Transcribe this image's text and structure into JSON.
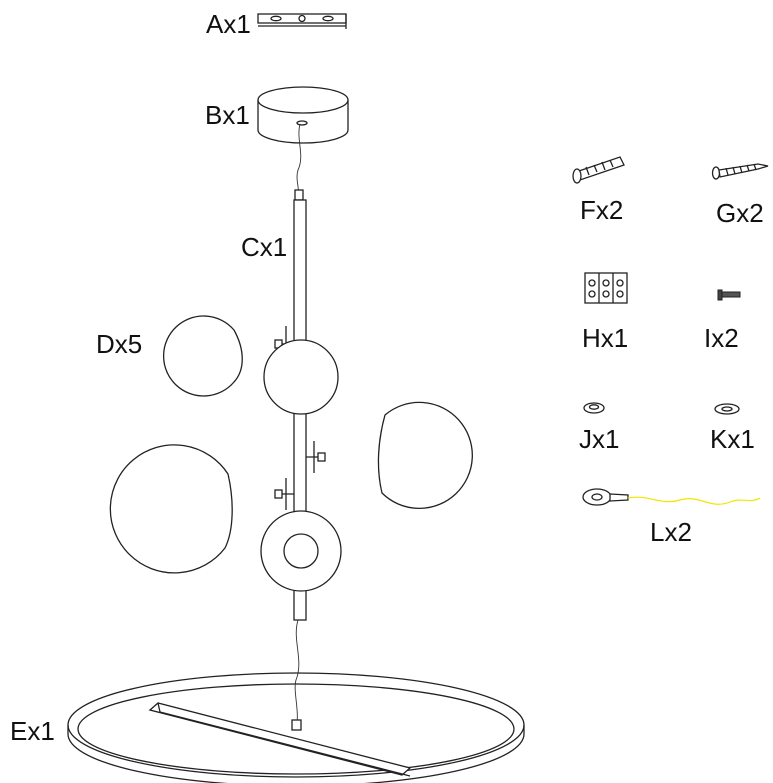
{
  "parts": [
    {
      "id": "A",
      "label": "Ax1"
    },
    {
      "id": "B",
      "label": "Bx1"
    },
    {
      "id": "C",
      "label": "Cx1"
    },
    {
      "id": "D",
      "label": "Dx5"
    },
    {
      "id": "E",
      "label": "Ex1"
    },
    {
      "id": "F",
      "label": "Fx2"
    },
    {
      "id": "G",
      "label": "Gx2"
    },
    {
      "id": "H",
      "label": "Hx1"
    },
    {
      "id": "I",
      "label": "Ix2"
    },
    {
      "id": "J",
      "label": "Jx1"
    },
    {
      "id": "K",
      "label": "Kx1"
    },
    {
      "id": "L",
      "label": "Lx2"
    }
  ],
  "colors": {
    "line": "#222222",
    "wire_yellow": "#f2e600"
  }
}
